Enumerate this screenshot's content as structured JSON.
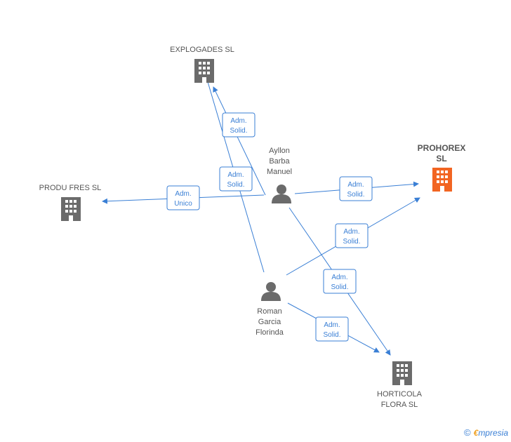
{
  "nodes": {
    "explogades": {
      "label": "EXPLOGADES SL",
      "type": "company"
    },
    "produfres": {
      "label": "PRODU FRES SL",
      "type": "company"
    },
    "prohorex": {
      "label_line1": "PROHOREX",
      "label_line2": "SL",
      "type": "company",
      "highlight": true
    },
    "horticola": {
      "label_line1": "HORTICOLA",
      "label_line2": "FLORA  SL",
      "type": "company"
    },
    "ayllon": {
      "label_line1": "Ayllon",
      "label_line2": "Barba",
      "label_line3": "Manuel",
      "type": "person"
    },
    "roman": {
      "label_line1": "Roman",
      "label_line2": "Garcia",
      "label_line3": "Florinda",
      "type": "person"
    }
  },
  "edges": [
    {
      "from": "ayllon",
      "to": "explogades",
      "line1": "Adm.",
      "line2": "Solid."
    },
    {
      "from": "roman",
      "to": "explogades",
      "line1": "Adm.",
      "line2": "Solid."
    },
    {
      "from": "ayllon",
      "to": "produfres",
      "line1": "Adm.",
      "line2": "Unico"
    },
    {
      "from": "ayllon",
      "to": "prohorex",
      "line1": "Adm.",
      "line2": "Solid."
    },
    {
      "from": "roman",
      "to": "prohorex",
      "line1": "Adm.",
      "line2": "Solid."
    },
    {
      "from": "ayllon",
      "to": "horticola",
      "line1": "Adm.",
      "line2": "Solid."
    },
    {
      "from": "roman",
      "to": "horticola",
      "line1": "Adm.",
      "line2": "Solid."
    }
  ],
  "colors": {
    "company": "#6b6b6b",
    "highlight": "#f26522",
    "person": "#6b6b6b",
    "edge": "#3a7fd5"
  },
  "footer": {
    "copyright": "©",
    "brand_first": "€",
    "brand_rest": "mpresia"
  }
}
